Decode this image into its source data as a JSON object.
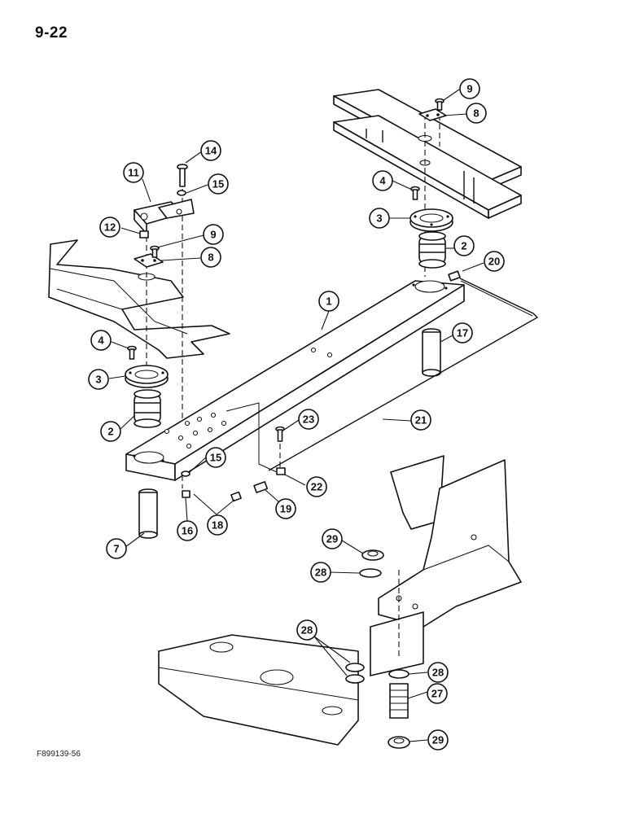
{
  "page_number": "9-22",
  "figure_code": "F899139-56",
  "callouts": [
    "1",
    "2",
    "2",
    "3",
    "3",
    "4",
    "4",
    "7",
    "8",
    "8",
    "9",
    "9",
    "11",
    "12",
    "14",
    "15",
    "15",
    "16",
    "17",
    "18",
    "19",
    "20",
    "21",
    "22",
    "23",
    "27",
    "28",
    "28",
    "28",
    "29",
    "29"
  ]
}
